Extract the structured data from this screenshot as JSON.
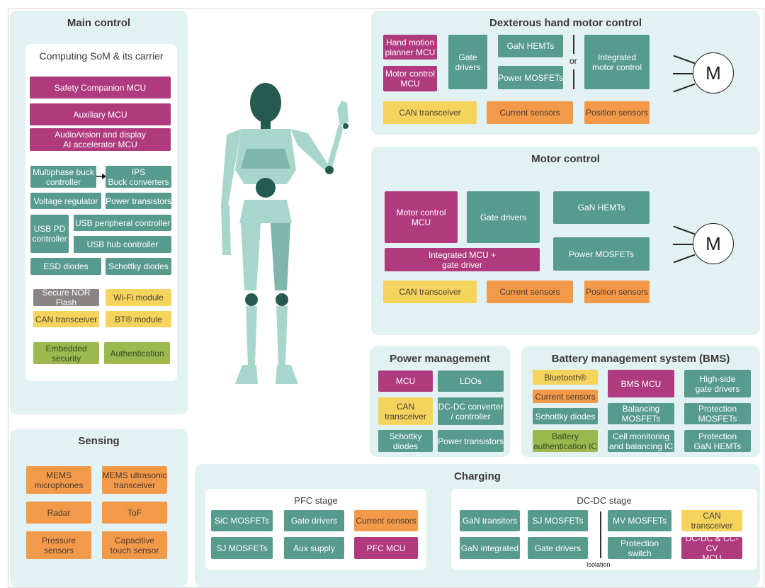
{
  "main_control": {
    "title": "Main control",
    "som_title": "Computing SoM & its carrier",
    "boxes": [
      "Safety Companion MCU",
      "Auxiliary MCU",
      "Audio/vision and display\nAI accelerator MCU",
      "Multiphase buck\ncontroller",
      "IPS\nBuck converters",
      "Voltage regulator",
      "Power transistors",
      "USB PD\ncontroller",
      "USB peripheral controller",
      "USB hub controller",
      "ESD diodes",
      "Schottky diodes",
      "Secure NOR Flash",
      "Wi-Fi module",
      "CAN transceiver",
      "BT® module",
      "Embedded\nsecurity",
      "Authentication"
    ]
  },
  "sensing": {
    "title": "Sensing",
    "boxes": [
      "MEMS\nmicrophones",
      "MEMS ultrasonic\ntransceiver",
      "Radar",
      "ToF",
      "Pressure sensors",
      "Capacitive\ntouch sensor"
    ]
  },
  "dexterous": {
    "title": "Dexterous hand motor control",
    "boxes": [
      "Hand motion\nplanner MCU",
      "Motor control\nMCU",
      "Gate\ndrivers",
      "GaN HEMTs",
      "Power MOSFETs",
      "Integrated\nmotor control",
      "CAN transceiver",
      "Current sensors",
      "Position sensors"
    ],
    "or": "or",
    "motor": "M"
  },
  "motor_control": {
    "title": "Motor control",
    "boxes": [
      "Motor control\nMCU",
      "Gate drivers",
      "GaN HEMTs",
      "Power MOSFETs",
      "Integrated MCU +\ngate driver",
      "CAN transceiver",
      "Current sensors",
      "Position sensors"
    ],
    "motor": "M"
  },
  "power": {
    "title": "Power management",
    "boxes": [
      "MCU",
      "LDOs",
      "CAN\ntransceiver",
      "DC-DC converter\n/ controller",
      "Schottky\ndiodes",
      "Power transistors"
    ]
  },
  "bms": {
    "title": "Battery management system (BMS)",
    "boxes": [
      "Bluetooth®",
      "Current sensors",
      "Schottky diodes",
      "Battery\nauthentication IC",
      "BMS MCU",
      "Balancing\nMOSFETs",
      "Cell monitoring\nand balancing IC",
      "High-side\ngate drivers",
      "Protection\nMOSFETs",
      "Protection\nGaN HEMTs"
    ]
  },
  "charging": {
    "title": "Charging",
    "pfc_title": "PFC stage",
    "pfc": [
      "SiC MOSFETs",
      "Gate drivers",
      "Current sensors",
      "SJ MOSFETs",
      "Aux supply",
      "PFC MCU"
    ],
    "dcdc_title": "DC-DC stage",
    "dcdc": [
      "GaN transitors",
      "SJ MOSFETs",
      "MV MOSFETs",
      "CAN transceiver",
      "GaN integrated",
      "Gate drivers",
      "Protection switch",
      "DC-DC & CC-CV\nMCU"
    ],
    "isolation": "Isolation"
  },
  "colors": {
    "panel": "#e2f1f1",
    "mcu": "#b03a7e",
    "power": "#579a8e",
    "comm": "#f5d35c",
    "sensor": "#f29a4a",
    "security": "#9cb84e",
    "memory": "#8a8584"
  }
}
